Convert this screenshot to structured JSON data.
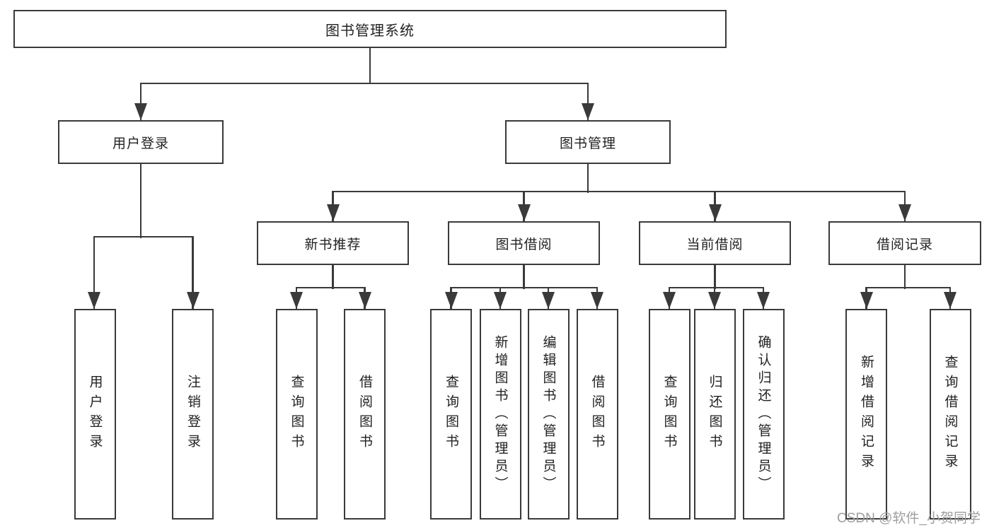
{
  "diagram": {
    "root": {
      "label": "图书管理系统"
    },
    "level2": [
      {
        "id": "user-login",
        "label": "用户登录"
      },
      {
        "id": "book-management",
        "label": "图书管理"
      }
    ],
    "level3": [
      {
        "id": "new-book-recommend",
        "label": "新书推荐"
      },
      {
        "id": "book-borrow",
        "label": "图书借阅"
      },
      {
        "id": "current-borrow",
        "label": "当前借阅"
      },
      {
        "id": "borrow-records",
        "label": "借阅记录"
      }
    ],
    "leaves": [
      {
        "id": "user-login",
        "label": "用户登录"
      },
      {
        "id": "logout",
        "label": "注销登录"
      },
      {
        "id": "query-books-1",
        "label": "查询图书"
      },
      {
        "id": "borrow-books-1",
        "label": "借阅图书"
      },
      {
        "id": "query-books-2",
        "label": "查询图书"
      },
      {
        "id": "add-books-admin",
        "label": "新增图书（管理员）"
      },
      {
        "id": "edit-books-admin",
        "label": "编辑图书（管理员）"
      },
      {
        "id": "borrow-books-2",
        "label": "借阅图书"
      },
      {
        "id": "query-books-3",
        "label": "查询图书"
      },
      {
        "id": "return-books",
        "label": "归还图书"
      },
      {
        "id": "confirm-return-admin",
        "label": "确认归还（管理员）"
      },
      {
        "id": "add-borrow-record",
        "label": "新增借阅记录"
      },
      {
        "id": "query-borrow-record",
        "label": "查询借阅记录"
      }
    ]
  },
  "watermark": {
    "text": "CSDN @软件_小贺同学"
  },
  "colors": {
    "line": "#3a3a3a",
    "text": "#222222",
    "watermark": "#9e9e9e",
    "bg": "#ffffff"
  }
}
